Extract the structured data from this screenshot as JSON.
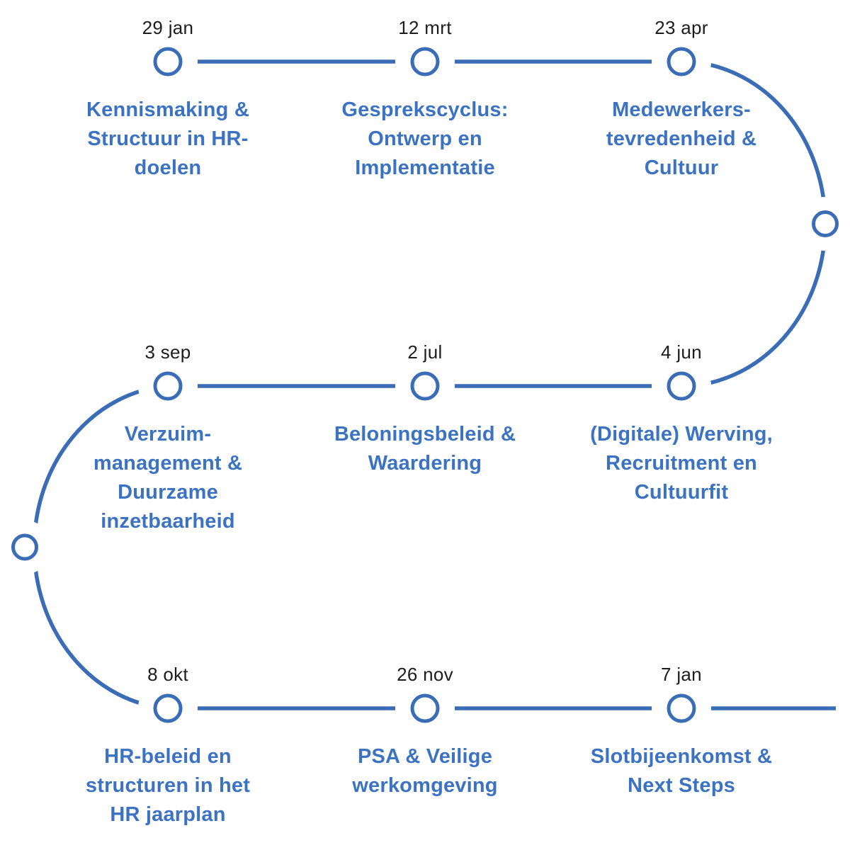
{
  "colors": {
    "line": "#3a6db5",
    "title": "#3b72c2",
    "date": "#1d1d1d",
    "bg": "#ffffff"
  },
  "timeline": {
    "milestones": [
      {
        "date": "29 jan",
        "title": [
          "Kennismaking &",
          "Structuur in HR-",
          "doelen"
        ]
      },
      {
        "date": "12 mrt",
        "title": [
          "Gesprekscyclus:",
          "Ontwerp en",
          "Implementatie"
        ]
      },
      {
        "date": "23 apr",
        "title": [
          "Medewerkers-",
          "tevredenheid &",
          "Cultuur"
        ]
      },
      {
        "date": "4 jun",
        "title": [
          "(Digitale) Werving,",
          "Recruitment en",
          "Cultuurfit"
        ]
      },
      {
        "date": "2 jul",
        "title": [
          "Beloningsbeleid &",
          "Waardering"
        ]
      },
      {
        "date": "3 sep",
        "title": [
          "Verzuim-",
          "management &",
          "Duurzame",
          "inzetbaarheid"
        ]
      },
      {
        "date": "8 okt",
        "title": [
          "HR-beleid en",
          "structuren in het",
          "HR jaarplan"
        ]
      },
      {
        "date": "26 nov",
        "title": [
          "PSA & Veilige",
          "werkomgeving"
        ]
      },
      {
        "date": "7 jan",
        "title": [
          "Slotbijeenkomst &",
          "Next Steps"
        ]
      }
    ]
  }
}
